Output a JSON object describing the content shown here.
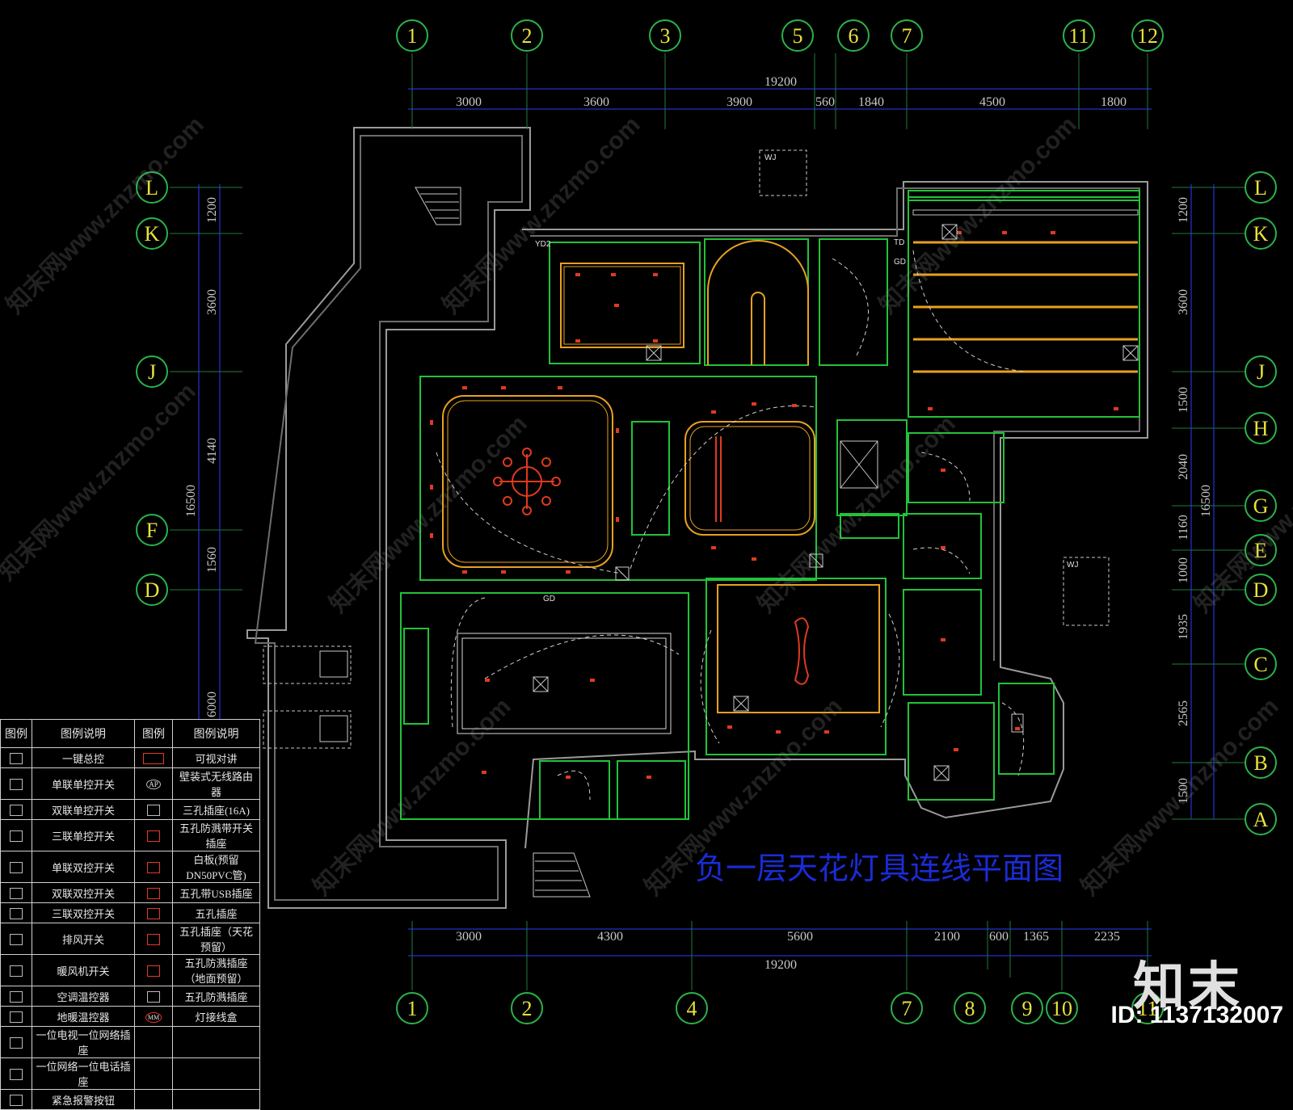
{
  "drawing_title": "负一层天花灯具连线平面图",
  "top_grid": [
    "1",
    "2",
    "3",
    "5",
    "6",
    "7",
    "11",
    "12"
  ],
  "top_dims": {
    "total": "19200",
    "segments": [
      "3000",
      "3600",
      "3900",
      "560",
      "1840",
      "4500",
      "1800"
    ]
  },
  "bottom_grid": [
    "1",
    "2",
    "4",
    "7",
    "8",
    "9",
    "10",
    "11"
  ],
  "bottom_dims": {
    "total": "19200",
    "segments": [
      "3000",
      "4300",
      "5600",
      "2100",
      "600",
      "1365",
      "2235"
    ]
  },
  "left_grid": [
    "L",
    "K",
    "J",
    "F",
    "D"
  ],
  "left_dims": {
    "total": "16500",
    "segments": [
      "1200",
      "3600",
      "4140",
      "1560",
      "6000"
    ]
  },
  "right_grid": [
    "L",
    "K",
    "J",
    "H",
    "G",
    "E",
    "D",
    "C",
    "B",
    "A"
  ],
  "right_dims": {
    "total": "16500",
    "segments": [
      "1200",
      "3600",
      "1500",
      "2040",
      "1160",
      "1000",
      "1935",
      "2565",
      "1500"
    ]
  },
  "room_tags": [
    "YD2",
    "TD",
    "GD",
    "WJ",
    "WJ",
    "GD"
  ],
  "watermark": "知末网www.znzmo.com",
  "legend": {
    "headers": [
      "图例",
      "图例说明",
      "图例",
      "图例说明"
    ],
    "rows": [
      [
        "一键总控",
        "可视对讲"
      ],
      [
        "单联单控开关",
        "壁装式无线路由器"
      ],
      [
        "双联单控开关",
        "三孔插座(16A)"
      ],
      [
        "三联单控开关",
        "五孔防溅带开关插座"
      ],
      [
        "单联双控开关",
        "白板(预留DN50PVC管)"
      ],
      [
        "双联双控开关",
        "五孔带USB插座"
      ],
      [
        "三联双控开关",
        "五孔插座"
      ],
      [
        "排风开关",
        "五孔插座（天花预留）"
      ],
      [
        "暖风机开关",
        "五孔防溅插座（地面预留）"
      ],
      [
        "空调温控器",
        "五孔防溅插座"
      ],
      [
        "地暖温控器",
        "灯接线盒"
      ],
      [
        "一位电视一位网络插座",
        ""
      ],
      [
        "一位网络一位电话插座",
        ""
      ],
      [
        "紧急报警按钮",
        ""
      ]
    ],
    "symbol_text": {
      "ap": "AP",
      "mm": "MM"
    }
  },
  "brand": {
    "logo": "知末",
    "id": "ID: 1137132007"
  },
  "colors": {
    "wall": "#9a9a9a",
    "room": "#22c23a",
    "ceiling": "#e8a020",
    "fixture": "#e03a1e",
    "grid": "#1f7d3a",
    "dim": "#2a3cff"
  }
}
